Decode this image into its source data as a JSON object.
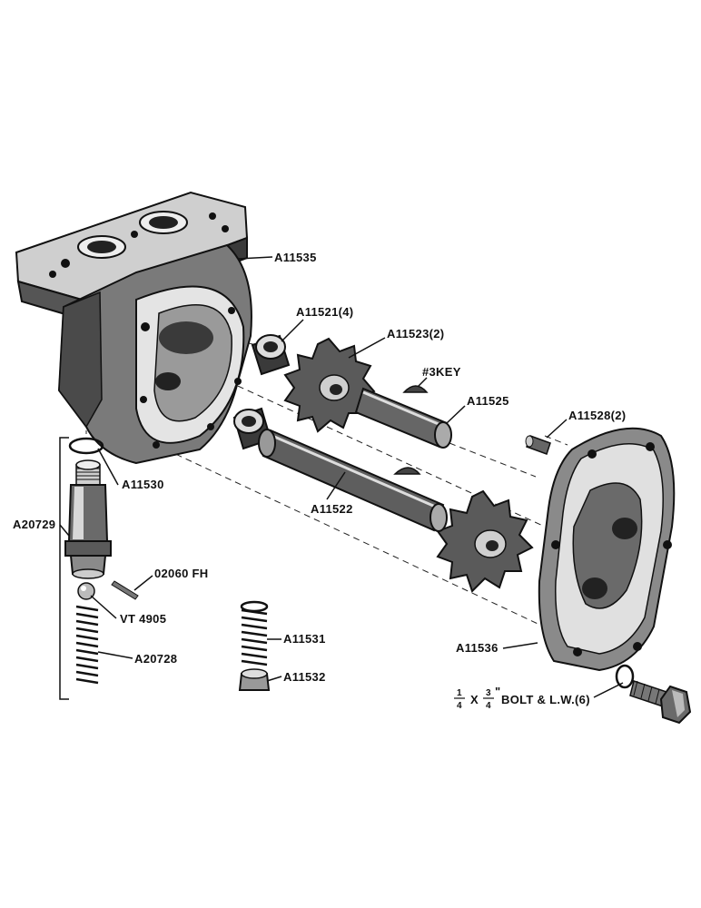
{
  "colors": {
    "ink": "#111111",
    "metal_dark": "#2b2b2b",
    "metal_mid": "#6a6a6a",
    "metal_light": "#d8d8d8",
    "paper": "#ffffff"
  },
  "parts": {
    "housing": "A11535",
    "bushing": "A11521(4)",
    "gear": "A11523(2)",
    "key": "#3KEY",
    "drive_shaft": "A11525",
    "dowel_pin": "A11528(2)",
    "gasket_ring": "A11530",
    "valve_body": "A20729",
    "cotter_pin": "02060 FH",
    "ball": "VT 4905",
    "valve_spring": "A20728",
    "idler_shaft": "A11522",
    "spring": "A11531",
    "cap_nut": "A11532",
    "cover": "A11536",
    "bolt_numerator_1": "1",
    "bolt_denominator_1": "4",
    "bolt_x": "X",
    "bolt_numerator_2": "3",
    "bolt_denominator_2": "4",
    "bolt_text": "BOLT & L.W.(6)"
  }
}
